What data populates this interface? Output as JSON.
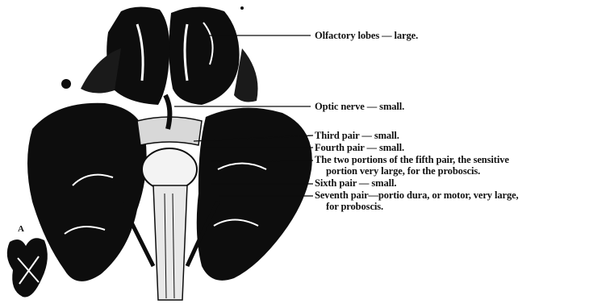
{
  "colors": {
    "ink": "#0d0d0d",
    "paper": "#ffffff"
  },
  "inset": {
    "letter": "A"
  },
  "labels": {
    "olfactory": "Olfactory lobes — large.",
    "optic": "Optic nerve — small.",
    "third": "Third pair — small.",
    "fourth": "Fourth pair — small.",
    "fifth_line1": "The two portions of the fifth pair, the sensitive",
    "fifth_line2": "portion very large, for the proboscis.",
    "sixth": "Sixth pair — small.",
    "seventh_line1": "Seventh pair—portio dura, or motor, very large,",
    "seventh_line2": "for proboscis."
  }
}
